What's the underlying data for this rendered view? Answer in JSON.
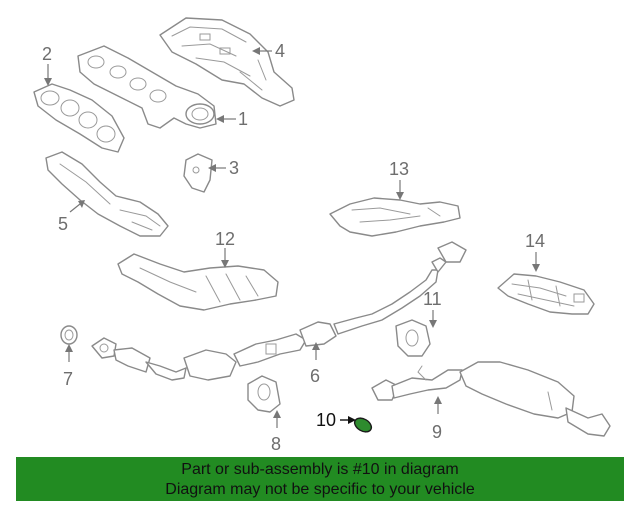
{
  "diagram": {
    "callouts": {
      "c1": "1",
      "c2": "2",
      "c3": "3",
      "c4": "4",
      "c5": "5",
      "c6": "6",
      "c7": "7",
      "c8": "8",
      "c9": "9",
      "c10": "10",
      "c11": "11",
      "c12": "12",
      "c13": "13",
      "c14": "14"
    },
    "highlighted_part": "10",
    "colors": {
      "highlight": "#2e8b2e",
      "banner": "#228b22",
      "line": "#8a8a8a"
    }
  },
  "banner": {
    "line1": "Part or sub-assembly is #10 in diagram",
    "line2": "Diagram may not be specific to your vehicle"
  }
}
